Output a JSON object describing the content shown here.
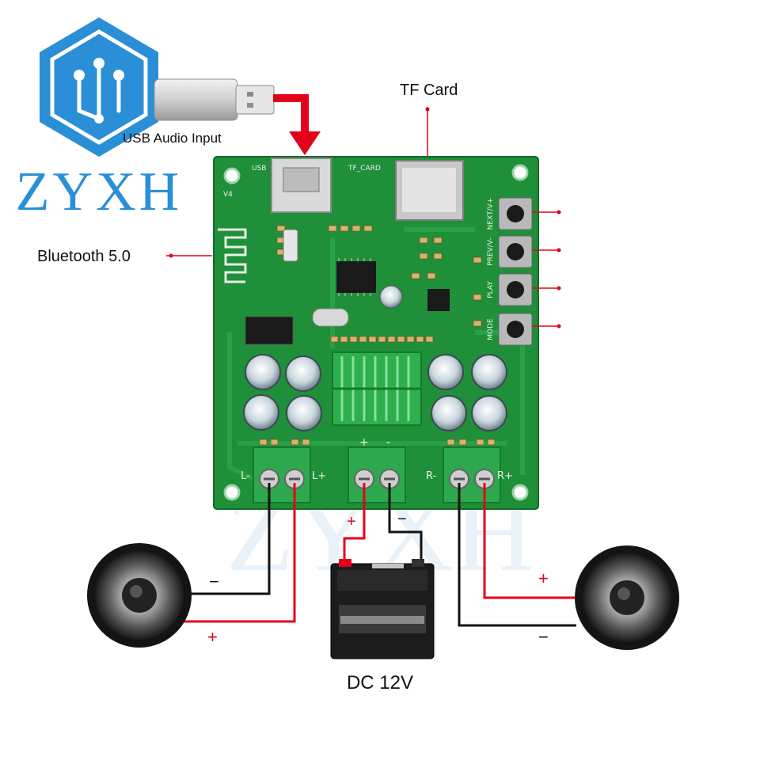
{
  "brand": {
    "name": "ZYXH",
    "watermark": "ZYXH"
  },
  "labels": {
    "usb_input": "USB Audio Input",
    "tf_card": "TF Card",
    "bluetooth": "Bluetooth 5.0",
    "power": "DC 12V"
  },
  "board": {
    "silk_usb": "USB",
    "silk_tf": "TF_CARD",
    "silk_v": "V4",
    "buttons": [
      "NEXT/V+",
      "PREV/V-",
      "PLAY",
      "MODE"
    ],
    "terminal_left": [
      "L-",
      "L+"
    ],
    "terminal_power": [
      "+",
      "-"
    ],
    "terminal_right": [
      "R-",
      "R+"
    ]
  },
  "wiring": {
    "plus": "+",
    "minus": "−"
  },
  "colors": {
    "pcb": "#1f8f3a",
    "pcb_dark": "#15702b",
    "terminal": "#2ea84e",
    "wire_red": "#e3001b",
    "wire_black": "#111111",
    "brand_blue": "#2a8fd6",
    "arrow_red": "#e3001b"
  }
}
